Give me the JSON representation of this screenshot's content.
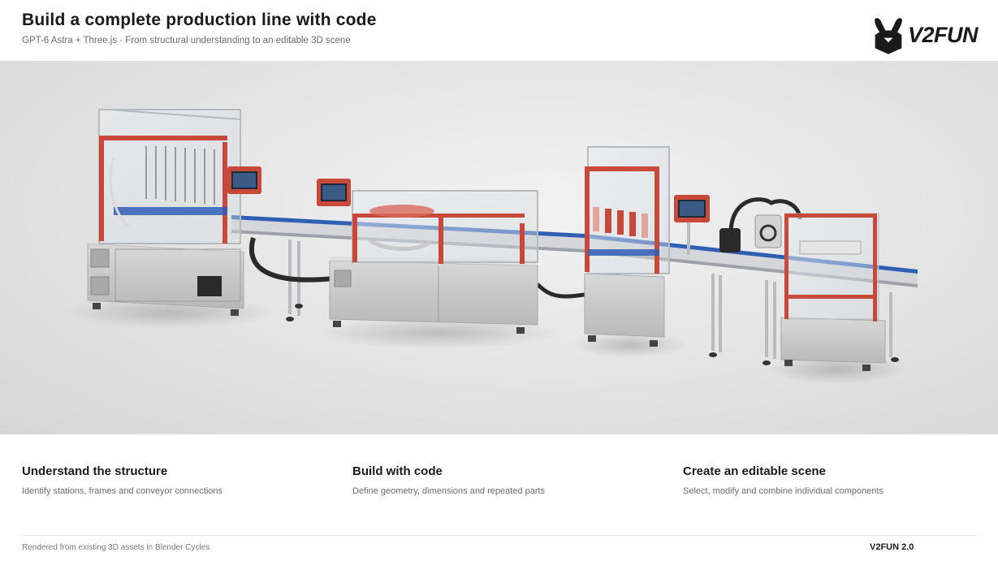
{
  "header": {
    "title": "Build a complete production line with code",
    "subtitle": "GPT-6 Astra + Three.js · From structural understanding to an editable 3D scene"
  },
  "brand": {
    "logo_text": "V2FUN",
    "logo_icon": "bunny-hand-logo-icon"
  },
  "scene": {
    "description_icon": "production-line-render"
  },
  "features": [
    {
      "title": "Understand the structure",
      "desc": "Identify stations, frames and conveyor connections"
    },
    {
      "title": "Build with code",
      "desc": "Define geometry, dimensions and repeated parts"
    },
    {
      "title": "Create an editable scene",
      "desc": "Select, modify and combine individual components"
    }
  ],
  "footer": {
    "note": "Rendered from existing 3D assets in Blender Cycles",
    "version": "V2FUN 2.0"
  },
  "colors": {
    "frame_red": "#c8483a",
    "conveyor_blue": "#2f5fb4",
    "cabinet_grey": "#c9c9c9",
    "frame_silver": "#b9bcc0",
    "hose_dark": "#2a2a2a"
  }
}
